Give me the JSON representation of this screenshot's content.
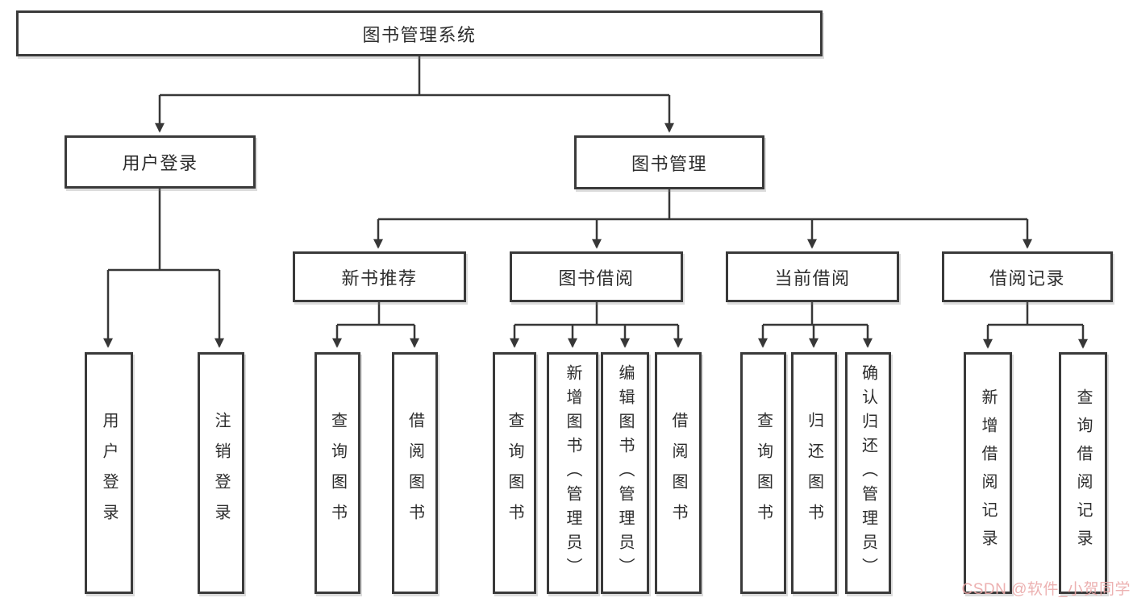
{
  "diagram": {
    "type": "tree",
    "background": "#ffffff",
    "line_color": "#373737",
    "box_border_color": "#3a3a3a",
    "text_color": "#2d2d2d",
    "tree": {
      "label": "图书管理系统",
      "children": [
        {
          "label": "用户登录",
          "children": [
            {
              "label": "用户登录"
            },
            {
              "label": "注销登录"
            }
          ]
        },
        {
          "label": "图书管理",
          "children": [
            {
              "label": "新书推荐",
              "children": [
                {
                  "label": "查询图书"
                },
                {
                  "label": "借阅图书"
                }
              ]
            },
            {
              "label": "图书借阅",
              "children": [
                {
                  "label": "查询图书"
                },
                {
                  "label": "新增图书（管理员）"
                },
                {
                  "label": "编辑图书（管理员）"
                },
                {
                  "label": "借阅图书"
                }
              ]
            },
            {
              "label": "当前借阅",
              "children": [
                {
                  "label": "查询图书"
                },
                {
                  "label": "归还图书"
                },
                {
                  "label": "确认归还（管理员）"
                }
              ]
            },
            {
              "label": "借阅记录",
              "children": [
                {
                  "label": "新增借阅记录"
                },
                {
                  "label": "查询借阅记录"
                }
              ]
            }
          ]
        }
      ]
    }
  },
  "watermark": {
    "text": "CSDN @软件_小贺同学",
    "color": "#eba9a9"
  }
}
